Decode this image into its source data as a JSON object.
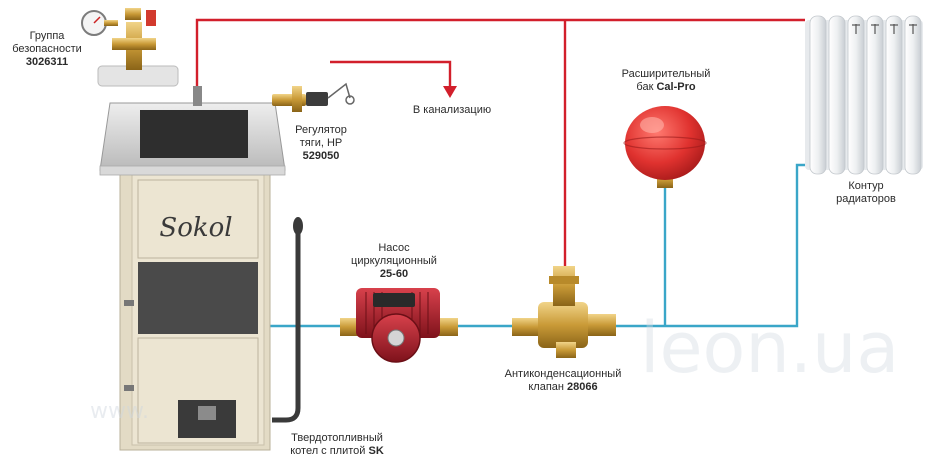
{
  "colors": {
    "supply_pipe": "#d21f2b",
    "return_pipe": "#3aa6c8",
    "pump": "#b3202c",
    "expansion_tank": "#e23b3b",
    "brass": "#c9a043",
    "boiler_body": "#ece5d2",
    "boiler_dark": "#4a4a4a"
  },
  "labels": {
    "safety_group": {
      "line1": "Группа",
      "line2": "безопасности",
      "code": "3026311"
    },
    "regulator": {
      "line1": "Регулятор",
      "line2": "тяги, HP",
      "code": "529050"
    },
    "drain": {
      "text": "В канализацию"
    },
    "expansion_tank": {
      "line1": "Расширительный",
      "line2_prefix": "бак ",
      "brand": "Cal-Pro"
    },
    "radiators": {
      "line1": "Контур",
      "line2": "радиаторов"
    },
    "pump": {
      "line1": "Насос",
      "line2": "циркуляционный",
      "code": "25-60"
    },
    "valve": {
      "line1": "Антиконденсационный",
      "line2_prefix": "клапан ",
      "code": "28066"
    },
    "boiler": {
      "line1": "Твердотопливный",
      "line2_prefix": "котел с плитой ",
      "code": "SK"
    }
  },
  "boiler_brand": "Sokol",
  "watermark": {
    "left": "www.",
    "right": "leon.ua"
  }
}
